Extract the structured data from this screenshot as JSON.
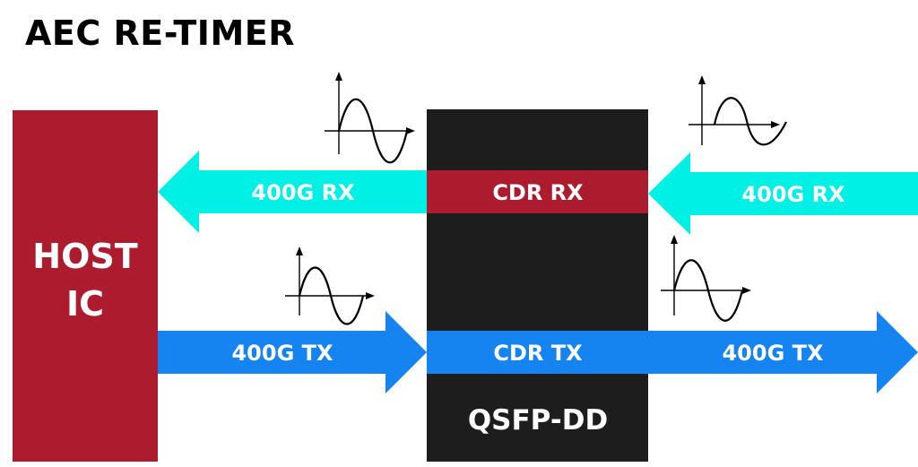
{
  "title": "AEC RE-TIMER",
  "host": {
    "line1": "HOST",
    "line2": "IC"
  },
  "module": {
    "label": "QSFP-DD"
  },
  "cdr_rx": "CDR RX",
  "cdr_tx": "CDR TX",
  "arrows": {
    "rx_left": "400G RX",
    "rx_right": "400G RX",
    "tx_left": "400G TX",
    "tx_right": "400G TX"
  },
  "colors": {
    "host": "#ac1c2e",
    "module": "#1d1d1d",
    "cdr_rx_band": "#ac1c2e",
    "rx_arrow": "#00f0e6",
    "tx_arrow": "#1684f0"
  },
  "icons": [
    "sine-wave-icon",
    "sine-wave-icon",
    "sine-wave-icon",
    "sine-wave-icon"
  ]
}
